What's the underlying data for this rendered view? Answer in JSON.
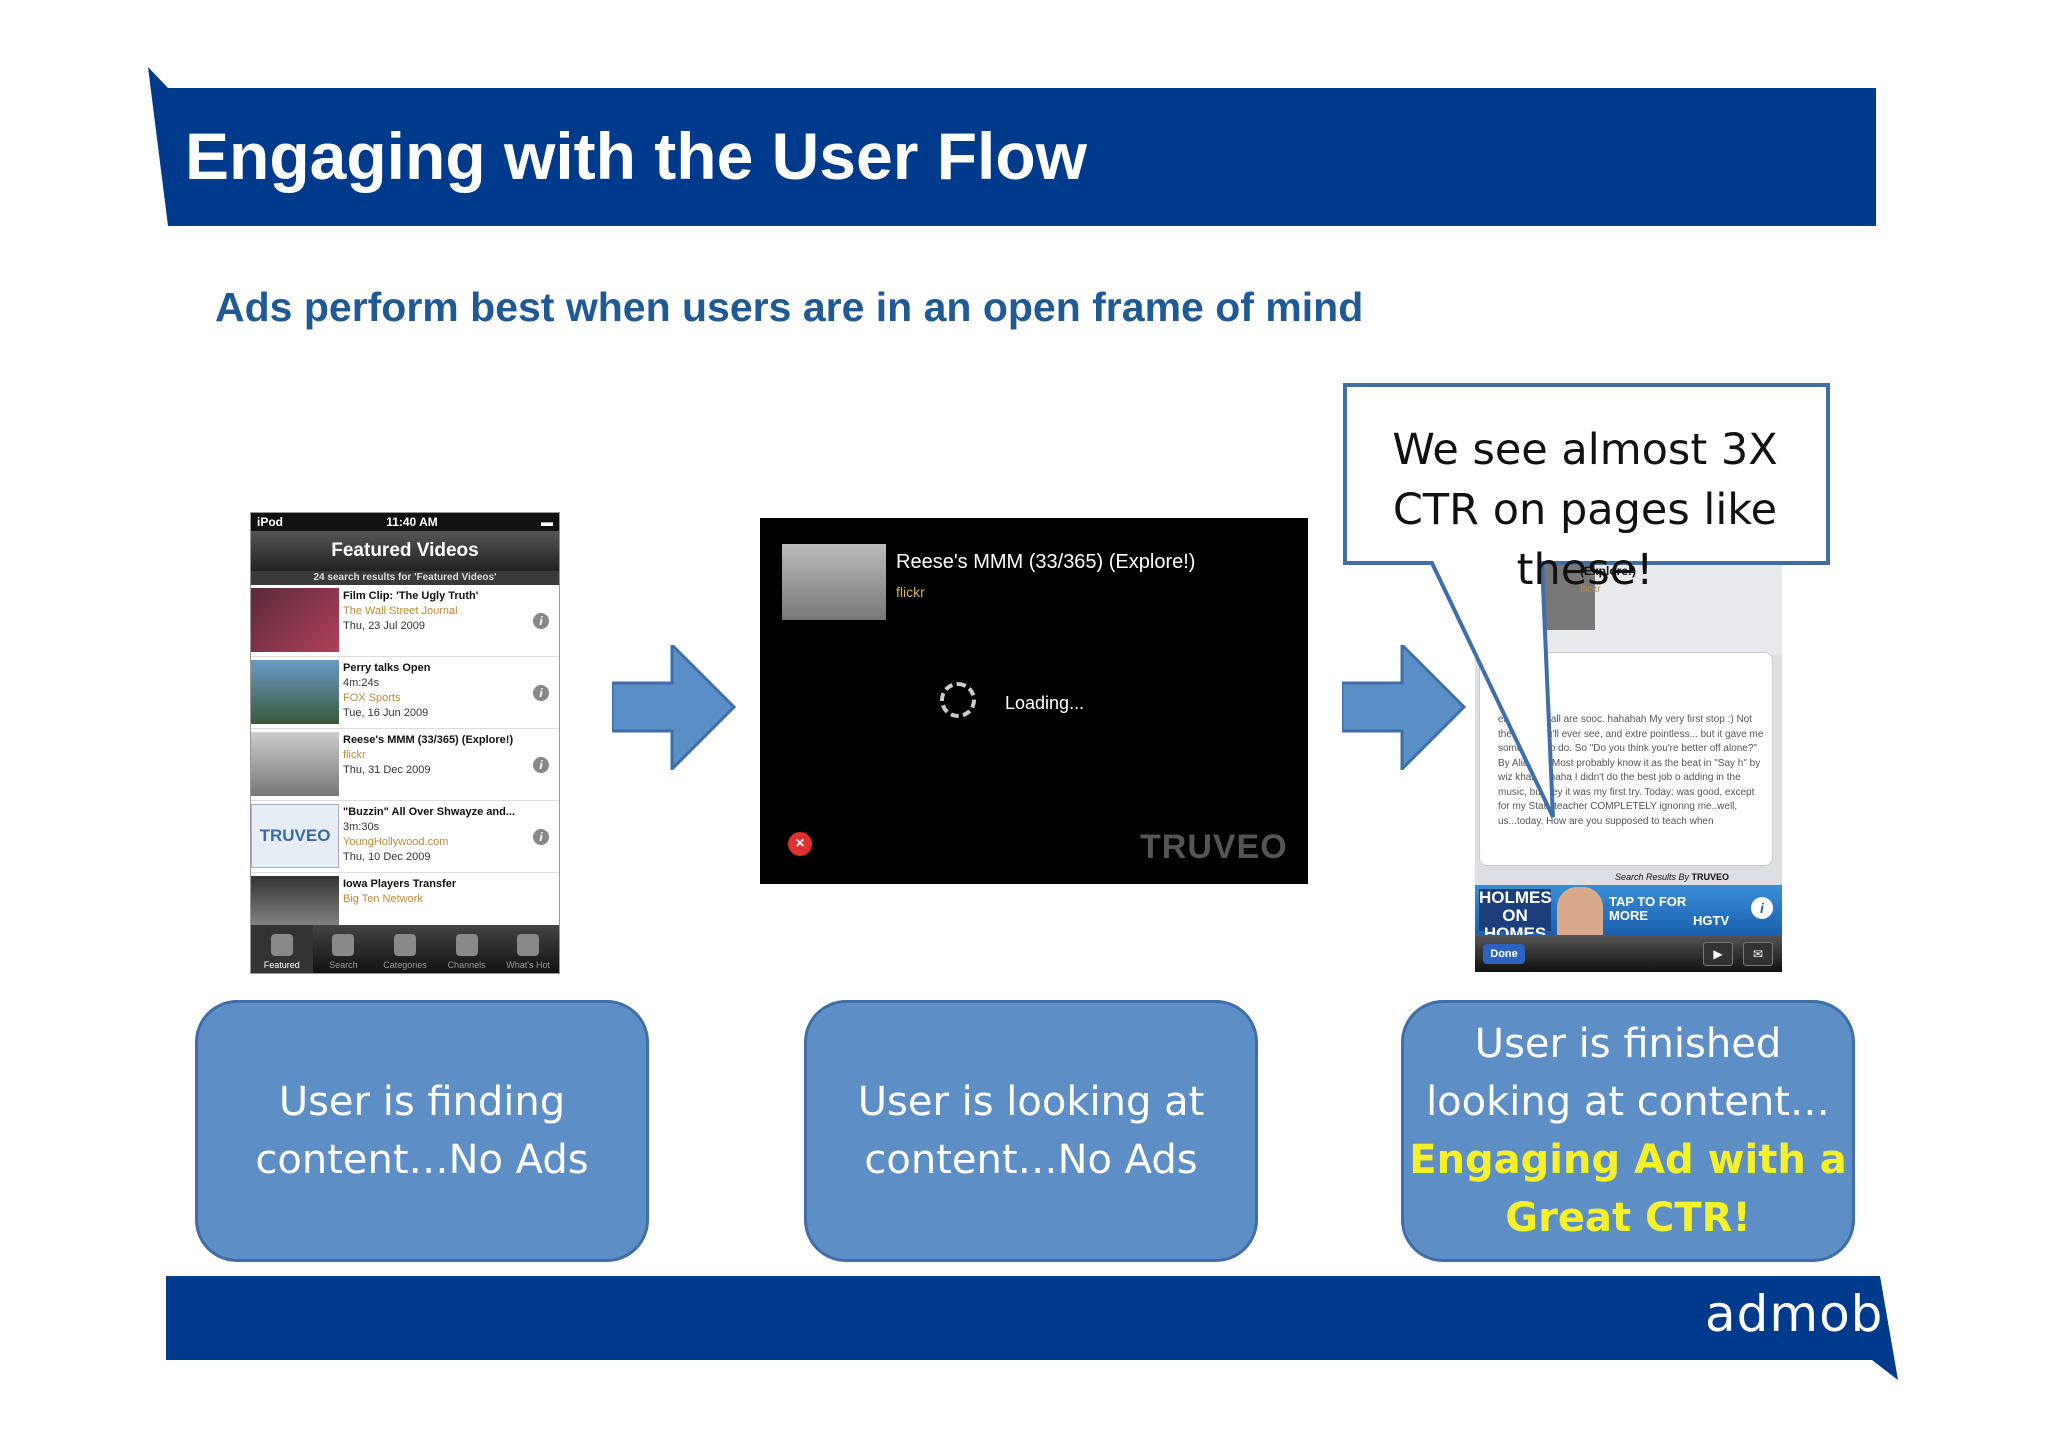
{
  "slide": {
    "title": "Engaging with the User Flow",
    "subtitle": "Ads perform best when users are in an open frame of mind",
    "colors": {
      "brand_blue": "#003a8c",
      "box_blue": "#5e8ec6",
      "highlight_yellow": "#f4f02a",
      "subtitle_blue": "#1f5a96"
    }
  },
  "phone1": {
    "device": "iPod",
    "time": "11:40 AM",
    "header": "Featured Videos",
    "results": "24 search results for 'Featured Videos'",
    "items": [
      {
        "title": "Film Clip: 'The Ugly Truth'",
        "source": "The Wall Street Journal",
        "date": "Thu, 23 Jul 2009"
      },
      {
        "title": "Perry talks Open",
        "duration": "4m:24s",
        "source": "FOX Sports",
        "date": "Tue, 16 Jun 2009"
      },
      {
        "title": "Reese's MMM (33/365) (Explore!)",
        "source": "flickr",
        "date": "Thu, 31 Dec 2009"
      },
      {
        "title": "\"Buzzin\" All Over Shwayze and...",
        "duration": "3m:30s",
        "source": "YoungHollywood.com",
        "date": "Thu, 10 Dec 2009",
        "thumb_label": "TRUVEO"
      },
      {
        "title": "Iowa Players Transfer",
        "source": "Big Ten Network"
      }
    ],
    "tabs": [
      "Featured",
      "Search",
      "Categories",
      "Channels",
      "What's Hot"
    ]
  },
  "phone2": {
    "title": "Reese's MMM (33/365) (Explore!)",
    "source": "flickr",
    "loading": "Loading...",
    "brand": "TRUVEO"
  },
  "phone3": {
    "top_title": "(Explore!)",
    "top_source": "flickr",
    "body_text": "ent\nn\nhe 18 all are sooc. hahahah My very first stop :) Not the best you'll ever see, and extre pointless... but it gave me something to do. So \"Do you think you're better off alone?\" By Alice jay Most probably know it as the beat in \"Say h\" by wiz khalifa, haha I didn't do the best job o adding in the music, but hey it was my first try. Today: was good, except for my Stats teacher COMPLETELY ignoring me..well, us...today. How are you supposed to teach when",
    "search_results_by": "Search Results By",
    "search_brand": "TRUVEO",
    "ad_logo": "HOLMES ON HOMES",
    "ad_cta": "TAP TO FOR MORE",
    "ad_network": "HGTV",
    "done": "Done"
  },
  "callout": "We see almost 3X CTR on pages like these!",
  "boxes": [
    {
      "line1": "User is finding",
      "line2": "content…No Ads"
    },
    {
      "line1": "User is looking at",
      "line2": "content…No Ads"
    },
    {
      "line1": "User is finished",
      "line2": "looking at content…",
      "highlight1": "Engaging Ad with a",
      "highlight2": "Great CTR!"
    }
  ],
  "footer_brand": "admob"
}
